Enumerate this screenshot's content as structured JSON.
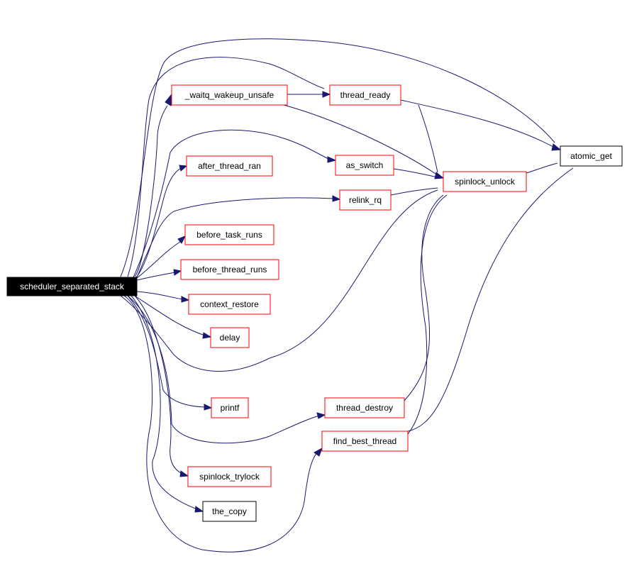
{
  "diagram": {
    "type": "call-graph",
    "colors": {
      "edge": "#191970",
      "root_fill": "#000000",
      "root_text": "#ffffff",
      "linked_border": "#ff0000",
      "plain_border": "#000000",
      "node_fill": "#ffffff",
      "node_text": "#000000"
    },
    "nodes": [
      {
        "id": "scheduler_separated_stack",
        "label": "scheduler_separated_stack",
        "style": "root"
      },
      {
        "id": "_waitq_wakeup_unsafe",
        "label": "_waitq_wakeup_unsafe",
        "style": "linked"
      },
      {
        "id": "thread_ready",
        "label": "thread_ready",
        "style": "linked"
      },
      {
        "id": "atomic_get",
        "label": "atomic_get",
        "style": "plain"
      },
      {
        "id": "spinlock_unlock",
        "label": "spinlock_unlock",
        "style": "linked"
      },
      {
        "id": "after_thread_ran",
        "label": "after_thread_ran",
        "style": "linked"
      },
      {
        "id": "as_switch",
        "label": "as_switch",
        "style": "linked"
      },
      {
        "id": "relink_rq",
        "label": "relink_rq",
        "style": "linked"
      },
      {
        "id": "before_task_runs",
        "label": "before_task_runs",
        "style": "linked"
      },
      {
        "id": "before_thread_runs",
        "label": "before_thread_runs",
        "style": "linked"
      },
      {
        "id": "context_restore",
        "label": "context_restore",
        "style": "linked"
      },
      {
        "id": "delay",
        "label": "delay",
        "style": "linked"
      },
      {
        "id": "printf",
        "label": "printf",
        "style": "linked"
      },
      {
        "id": "thread_destroy",
        "label": "thread_destroy",
        "style": "linked"
      },
      {
        "id": "find_best_thread",
        "label": "find_best_thread",
        "style": "linked"
      },
      {
        "id": "spinlock_trylock",
        "label": "spinlock_trylock",
        "style": "linked"
      },
      {
        "id": "the_copy",
        "label": "the_copy",
        "style": "plain"
      }
    ],
    "edges": [
      {
        "from": "scheduler_separated_stack",
        "to": "_waitq_wakeup_unsafe"
      },
      {
        "from": "scheduler_separated_stack",
        "to": "thread_ready"
      },
      {
        "from": "scheduler_separated_stack",
        "to": "atomic_get"
      },
      {
        "from": "scheduler_separated_stack",
        "to": "after_thread_ran"
      },
      {
        "from": "scheduler_separated_stack",
        "to": "as_switch"
      },
      {
        "from": "scheduler_separated_stack",
        "to": "relink_rq"
      },
      {
        "from": "scheduler_separated_stack",
        "to": "before_task_runs"
      },
      {
        "from": "scheduler_separated_stack",
        "to": "before_thread_runs"
      },
      {
        "from": "scheduler_separated_stack",
        "to": "context_restore"
      },
      {
        "from": "scheduler_separated_stack",
        "to": "delay"
      },
      {
        "from": "scheduler_separated_stack",
        "to": "spinlock_unlock"
      },
      {
        "from": "scheduler_separated_stack",
        "to": "printf"
      },
      {
        "from": "scheduler_separated_stack",
        "to": "thread_destroy"
      },
      {
        "from": "scheduler_separated_stack",
        "to": "spinlock_trylock"
      },
      {
        "from": "scheduler_separated_stack",
        "to": "the_copy"
      },
      {
        "from": "scheduler_separated_stack",
        "to": "find_best_thread"
      },
      {
        "from": "_waitq_wakeup_unsafe",
        "to": "thread_ready"
      },
      {
        "from": "_waitq_wakeup_unsafe",
        "to": "spinlock_unlock"
      },
      {
        "from": "thread_ready",
        "to": "atomic_get"
      },
      {
        "from": "thread_ready",
        "to": "spinlock_unlock"
      },
      {
        "from": "spinlock_unlock",
        "to": "atomic_get"
      },
      {
        "from": "as_switch",
        "to": "spinlock_unlock"
      },
      {
        "from": "relink_rq",
        "to": "spinlock_unlock"
      },
      {
        "from": "thread_destroy",
        "to": "spinlock_unlock"
      },
      {
        "from": "find_best_thread",
        "to": "spinlock_unlock"
      },
      {
        "from": "find_best_thread",
        "to": "atomic_get"
      }
    ]
  }
}
